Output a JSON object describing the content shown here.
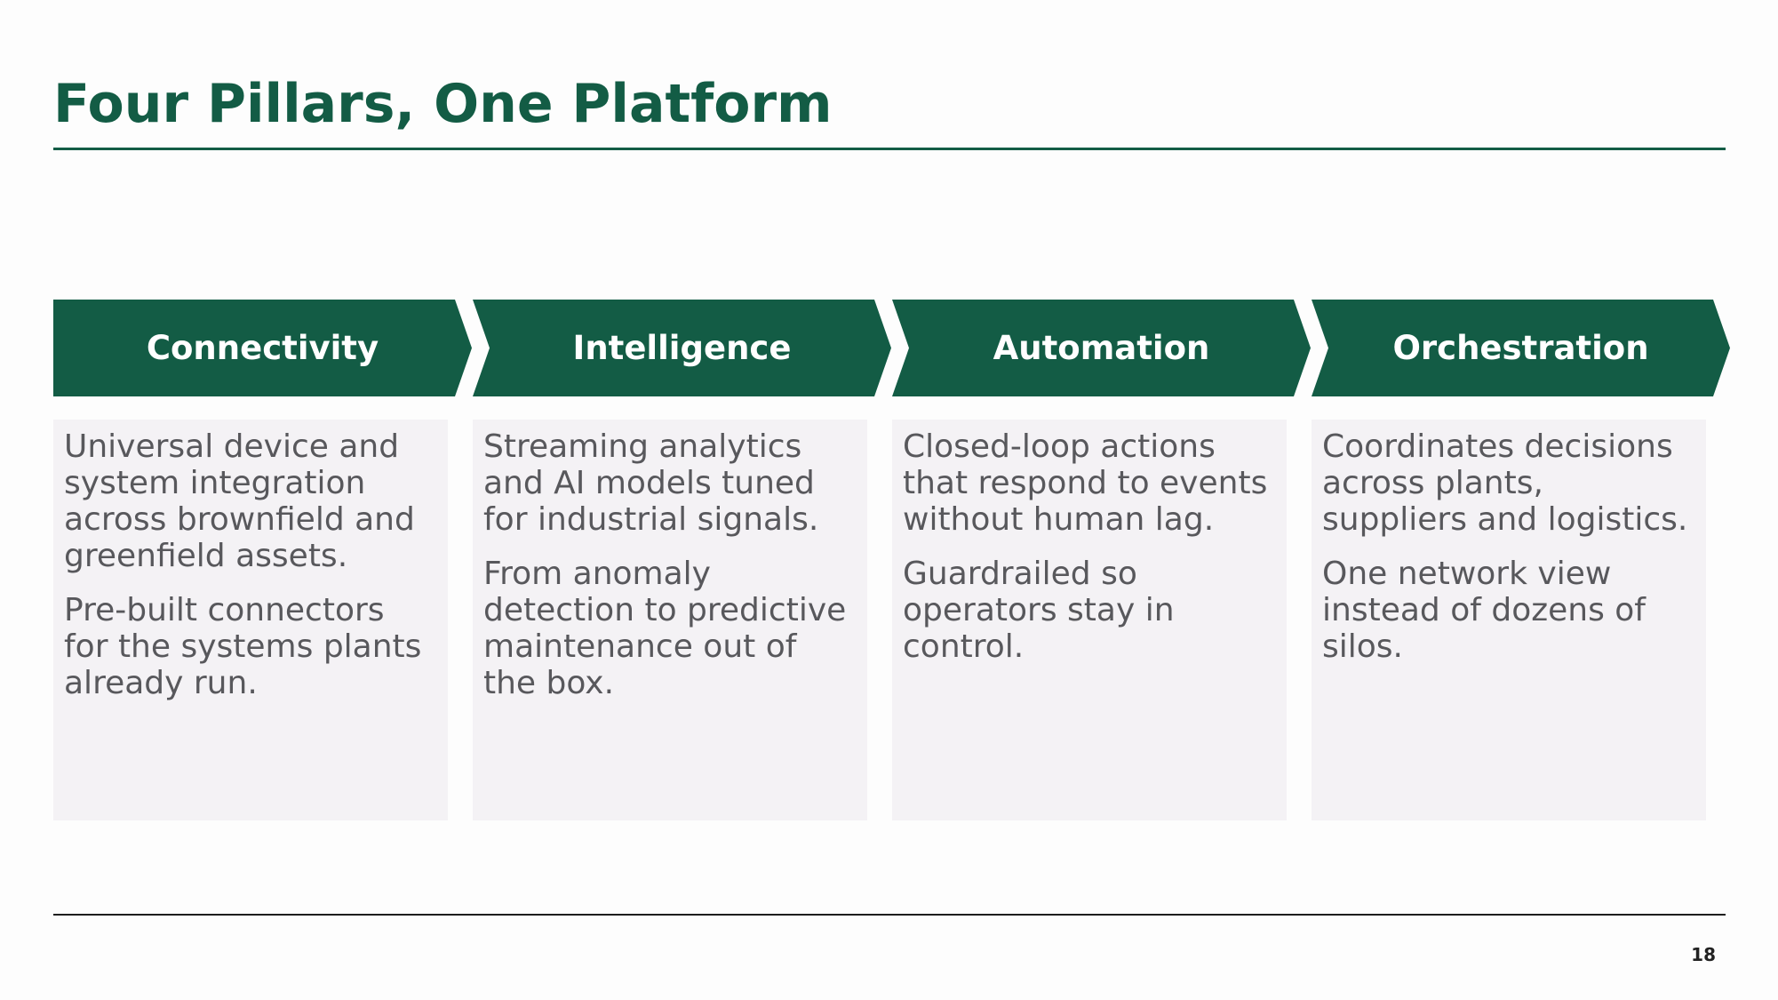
{
  "slide": {
    "title": "Four Pillars, One Platform",
    "page_number": "18"
  },
  "colors": {
    "accent": "#135c45",
    "card_background": "#f4f2f5",
    "body_text": "#58585c"
  },
  "pillars": [
    {
      "label": "Connectivity",
      "paragraphs": [
        "Universal device and system integration across brownfield and greenfield assets.",
        "Pre-built connectors for the systems plants already run."
      ]
    },
    {
      "label": "Intelligence",
      "paragraphs": [
        "Streaming analytics and AI models tuned for industrial signals.",
        "From anomaly detection to predictive maintenance out of the box."
      ]
    },
    {
      "label": "Automation",
      "paragraphs": [
        "Closed-loop actions that respond to events without human lag.",
        "Guardrailed so operators stay in control."
      ]
    },
    {
      "label": "Orchestration",
      "paragraphs": [
        "Coordinates decisions across plants, suppliers and logistics.",
        "One network view instead of dozens of silos."
      ]
    }
  ]
}
